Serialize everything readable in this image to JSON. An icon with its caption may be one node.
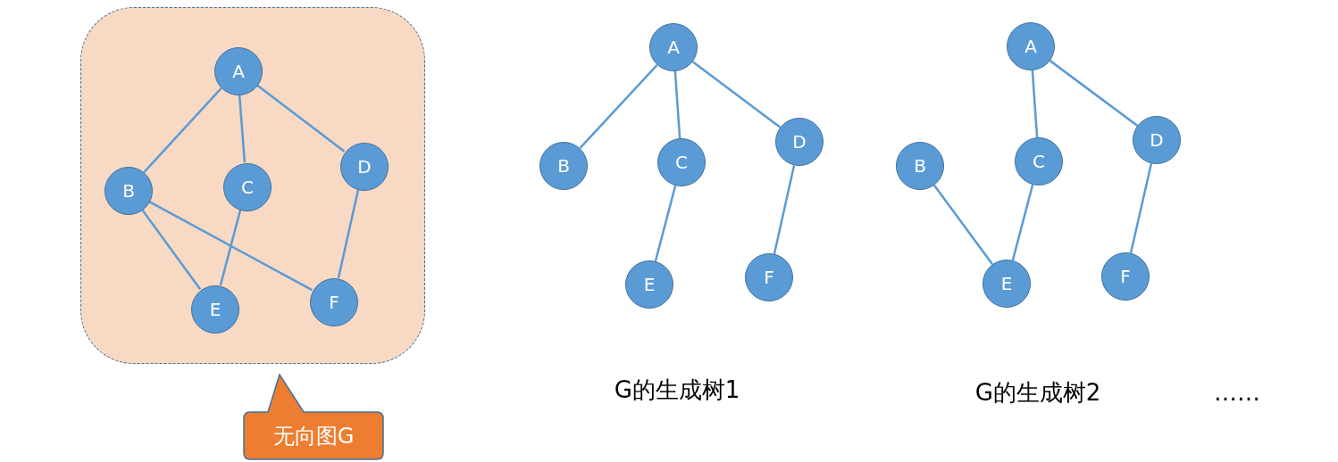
{
  "diagram": {
    "nodes": [
      {
        "text": [],
        "shape": "box"
      },
      {
        "text": [
          "A"
        ],
        "in": 0
      },
      {
        "text": [
          "B"
        ],
        "in": 0
      },
      {
        "text": [
          "C"
        ],
        "in": 0
      },
      {
        "text": [
          "D"
        ],
        "in": 0
      },
      {
        "text": [
          "E"
        ],
        "in": 0
      },
      {
        "text": [
          "F"
        ],
        "in": 0
      },
      {
        "text": [
          "无向图G"
        ]
      },
      {
        "text": [
          "A"
        ]
      },
      {
        "text": [
          "B"
        ]
      },
      {
        "text": [
          "C"
        ]
      },
      {
        "text": [
          "D"
        ]
      },
      {
        "text": [
          "E"
        ]
      },
      {
        "text": [
          "F"
        ]
      },
      {
        "text": [
          "A"
        ]
      },
      {
        "text": [
          "B"
        ]
      },
      {
        "text": [
          "C"
        ]
      },
      {
        "text": [
          "D"
        ]
      },
      {
        "text": [
          "E"
        ]
      },
      {
        "text": [
          "F"
        ]
      }
    ],
    "edges": [
      {
        "from": 1,
        "to": 2,
        "arrow": "none"
      },
      {
        "from": 1,
        "to": 3,
        "arrow": "none"
      },
      {
        "from": 1,
        "to": 4,
        "arrow": "none"
      },
      {
        "from": 2,
        "to": 5,
        "arrow": "none"
      },
      {
        "from": 2,
        "to": 6,
        "arrow": "none"
      },
      {
        "from": 3,
        "to": 5,
        "arrow": "none"
      },
      {
        "from": 4,
        "to": 6,
        "arrow": "none"
      },
      {
        "from": 8,
        "to": 9,
        "arrow": "none"
      },
      {
        "from": 8,
        "to": 10,
        "arrow": "none"
      },
      {
        "from": 8,
        "to": 11,
        "arrow": "none"
      },
      {
        "from": 10,
        "to": 12,
        "arrow": "none"
      },
      {
        "from": 11,
        "to": 13,
        "arrow": "none"
      },
      {
        "from": 14,
        "to": 16,
        "arrow": "none"
      },
      {
        "from": 14,
        "to": 17,
        "arrow": "none"
      },
      {
        "from": 15,
        "to": 18,
        "arrow": "none"
      },
      {
        "from": 16,
        "to": 18,
        "arrow": "none"
      },
      {
        "from": 17,
        "to": 19,
        "arrow": "none"
      }
    ],
    "labels": [
      "G的生成树1",
      "G的生成树2",
      "……"
    ]
  }
}
